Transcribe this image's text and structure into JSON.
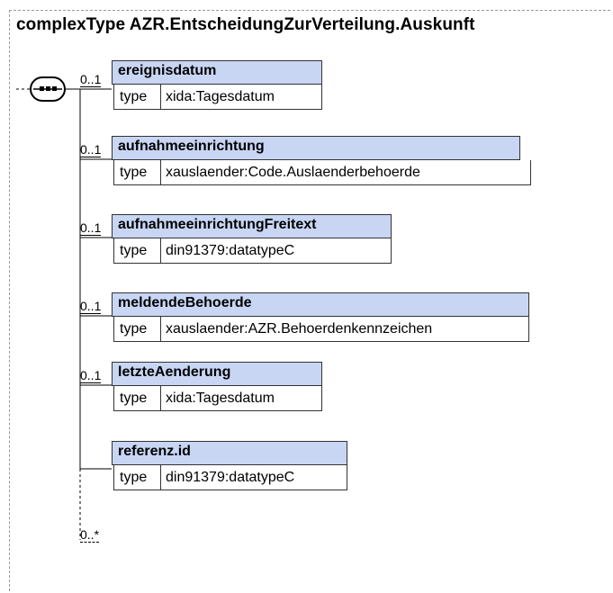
{
  "title": "complexType AZR.EntscheidungZurVerteilung.Auskunft",
  "sequence": {
    "icon": "sequence-compositor-icon",
    "cardinality": "0..*",
    "elements": [
      {
        "name": "ereignisdatum",
        "type_key": "type",
        "type_value": "xida:Tagesdatum",
        "cardinality": "0..1"
      },
      {
        "name": "aufnahmeeinrichtung",
        "type_key": "type",
        "type_value": "xauslaender:Code.Auslaenderbehoerde",
        "cardinality": "0..1"
      },
      {
        "name": "aufnahmeeinrichtungFreitext",
        "type_key": "type",
        "type_value": "din91379:datatypeC",
        "cardinality": "0..1"
      },
      {
        "name": "meldendeBehoerde",
        "type_key": "type",
        "type_value": "xauslaender:AZR.Behoerdenkennzeichen",
        "cardinality": "0..1"
      },
      {
        "name": "letzteAenderung",
        "type_key": "type",
        "type_value": "xida:Tagesdatum",
        "cardinality": "0..1"
      },
      {
        "name": "referenz.id",
        "type_key": "type",
        "type_value": "din91379:datatypeC",
        "cardinality": ""
      }
    ]
  }
}
